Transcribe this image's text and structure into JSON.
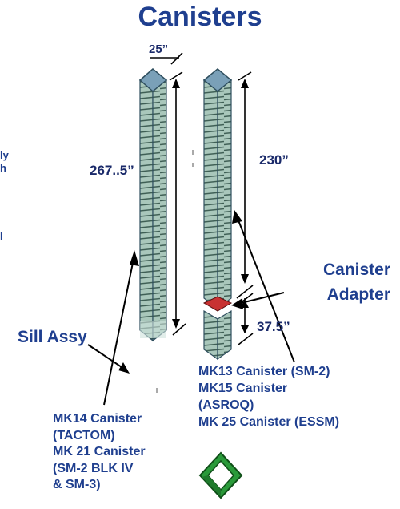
{
  "title": "Canisters",
  "dimensions": {
    "width": "25”",
    "long_canister_height": "267..5”",
    "short_canister_height": "230”",
    "adapter_height": "37.5”"
  },
  "labels": {
    "canister_adapter": "Canister Adapter",
    "sill_assy": "Sill Assy"
  },
  "captions": {
    "short_canisters": "MK13 Canister (SM-2)\nMK15 Canister\n(ASROQ)\nMK 25 Canister (ESSM)",
    "long_canisters": "MK14 Canister\n(TACTOM)\nMK 21 Canister\n(SM-2 BLK IV\n& SM-3)"
  },
  "cropped_fragments": [
    "ly",
    "h",
    "l"
  ],
  "colors": {
    "text": "#1f3f8f",
    "canister_body": "#8fb3a5",
    "canister_rib": "#3f5f55",
    "canister_cap": "#7aa0b8",
    "adapter": "#c83232",
    "open_box": "#2a9a3a"
  }
}
